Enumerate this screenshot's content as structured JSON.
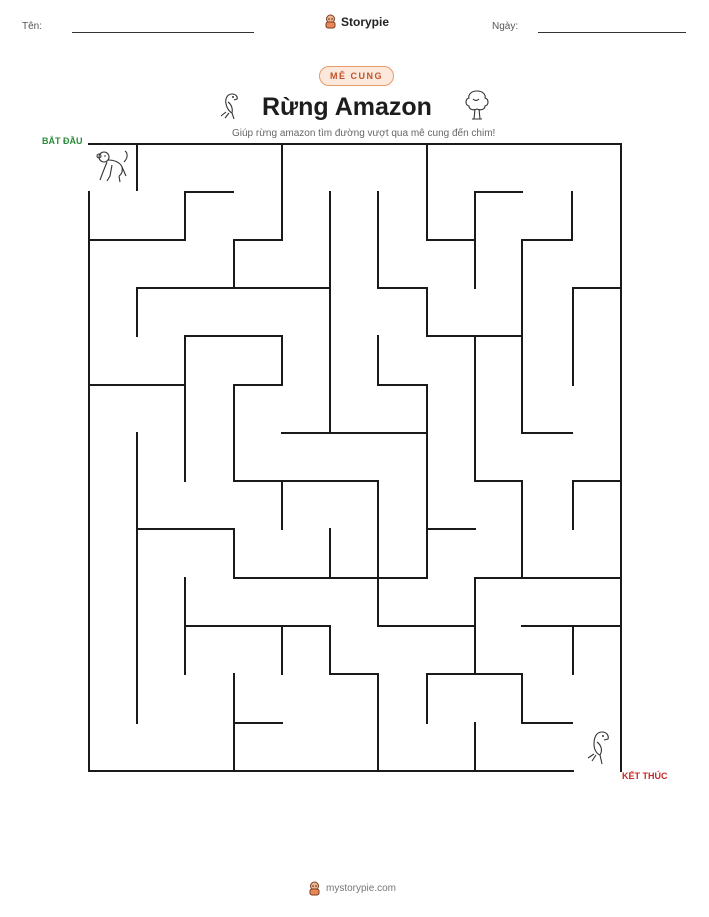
{
  "header": {
    "name_label": "Tên:",
    "date_label": "Ngày:",
    "brand": "Storypie"
  },
  "worksheet": {
    "badge": "MÊ CUNG",
    "title": "Rừng Amazon",
    "subtitle": "Giúp rừng amazon tìm đường vượt qua mê cung đến chim!",
    "start_label": "BẮT ĐẦU",
    "finish_label": "KẾT THÚC"
  },
  "footer": {
    "url": "mystorypie.com"
  },
  "icons": {
    "left_title": "parrot-icon",
    "right_title": "tree-icon",
    "start": "monkey-icon",
    "finish": "parrot-icon"
  },
  "colors": {
    "badge_text": "#c0532b",
    "badge_bg": "#fde9dc",
    "start": "#2a8a3a",
    "finish": "#c62828"
  }
}
